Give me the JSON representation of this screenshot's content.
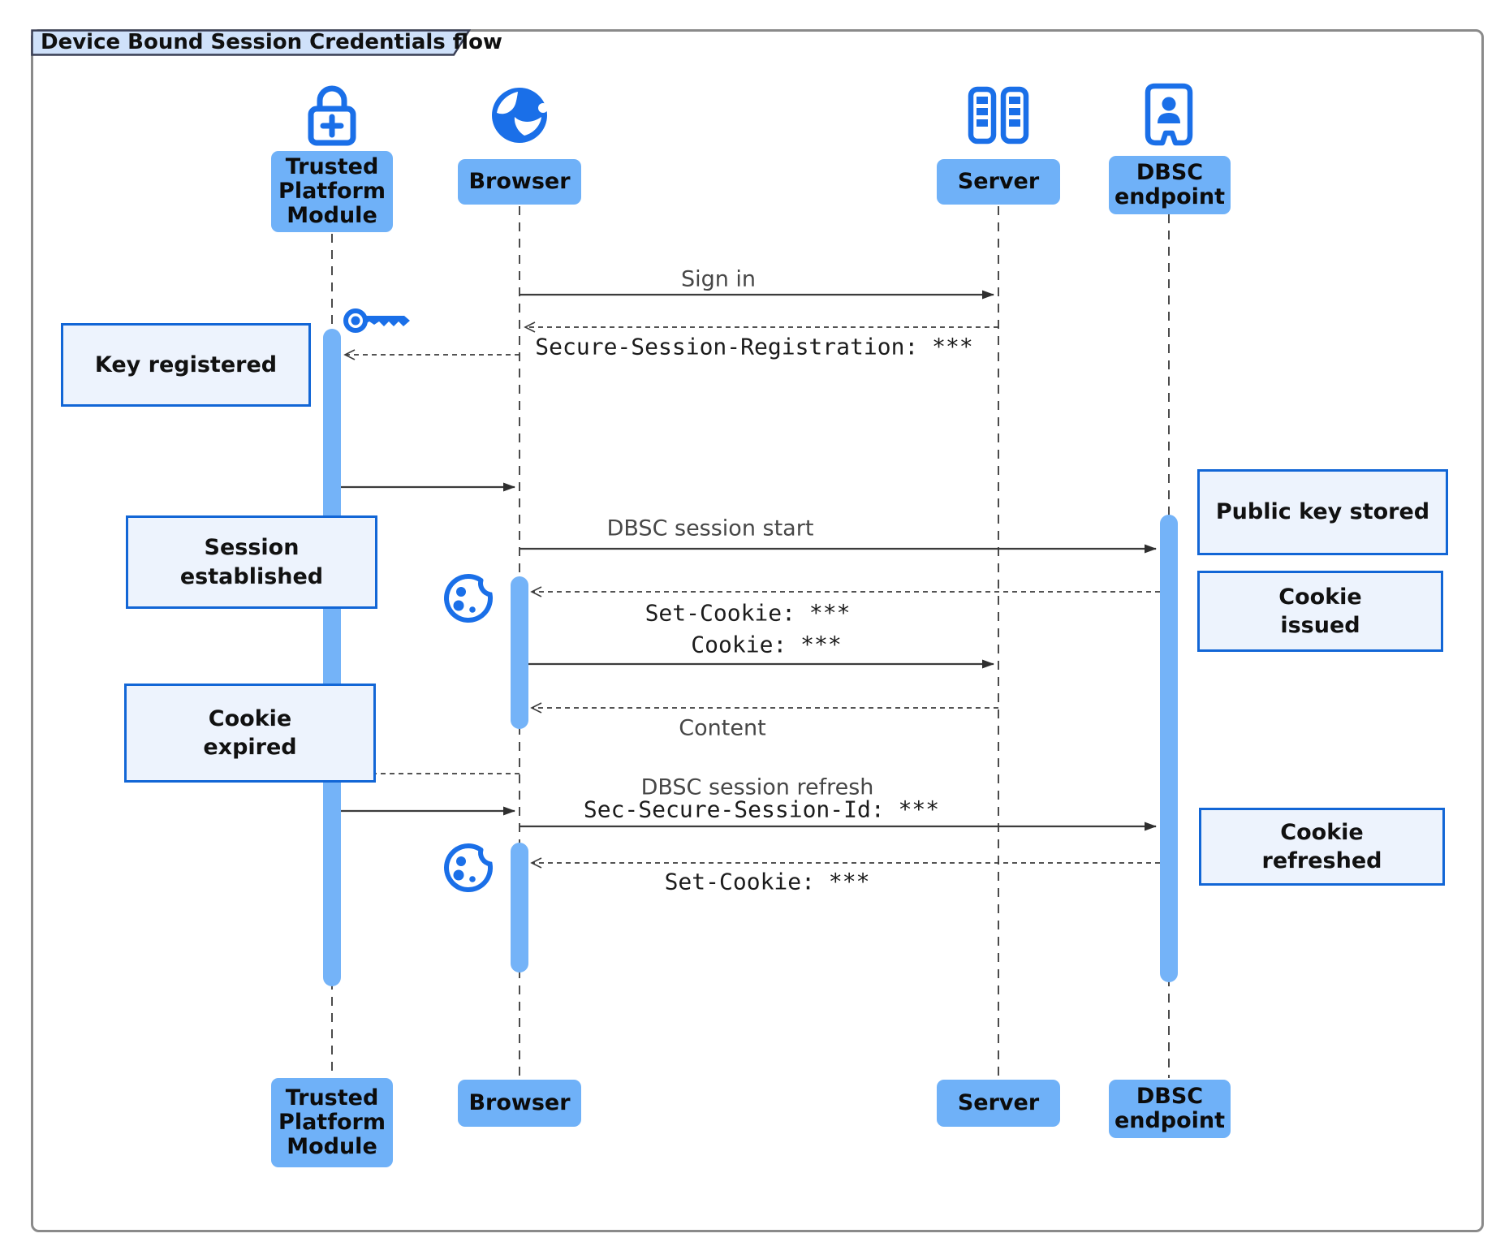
{
  "title": "Device Bound Session Credentials flow",
  "colors": {
    "accent_blue": "#1a6fe8",
    "actor_label_fill": "#6fb1f8",
    "activation_bar_fill": "#74b3f8",
    "note_fill": "#edf3fd",
    "note_border": "#1266d6",
    "title_tab_fill": "#cfe1fa",
    "line_gray": "#3c3c3c"
  },
  "actors": {
    "tpm": {
      "label": "Trusted Platform Module",
      "icon": "lock-plus-icon"
    },
    "browser": {
      "label": "Browser",
      "icon": "globe-icon"
    },
    "server": {
      "label": "Server",
      "icon": "server-rack-icon"
    },
    "dbsc": {
      "label": "DBSC endpoint",
      "icon": "person-door-icon"
    }
  },
  "messages": {
    "sign_in": "Sign in",
    "secure_session_registration": "Secure-Session-Registration: ***",
    "dbsc_session_start": "DBSC session start",
    "set_cookie_1": "Set-Cookie: ***",
    "cookie": "Cookie: ***",
    "content": "Content",
    "dbsc_session_refresh": "DBSC session refresh",
    "sec_secure_session_id": "Sec-Secure-Session-Id: ***",
    "set_cookie_2": "Set-Cookie: ***"
  },
  "notes": {
    "key_registered": "Key registered",
    "session_established": "Session established",
    "cookie_expired": "Cookie expired",
    "public_key_stored": "Public key stored",
    "cookie_issued": "Cookie issued",
    "cookie_refreshed": "Cookie refreshed"
  }
}
